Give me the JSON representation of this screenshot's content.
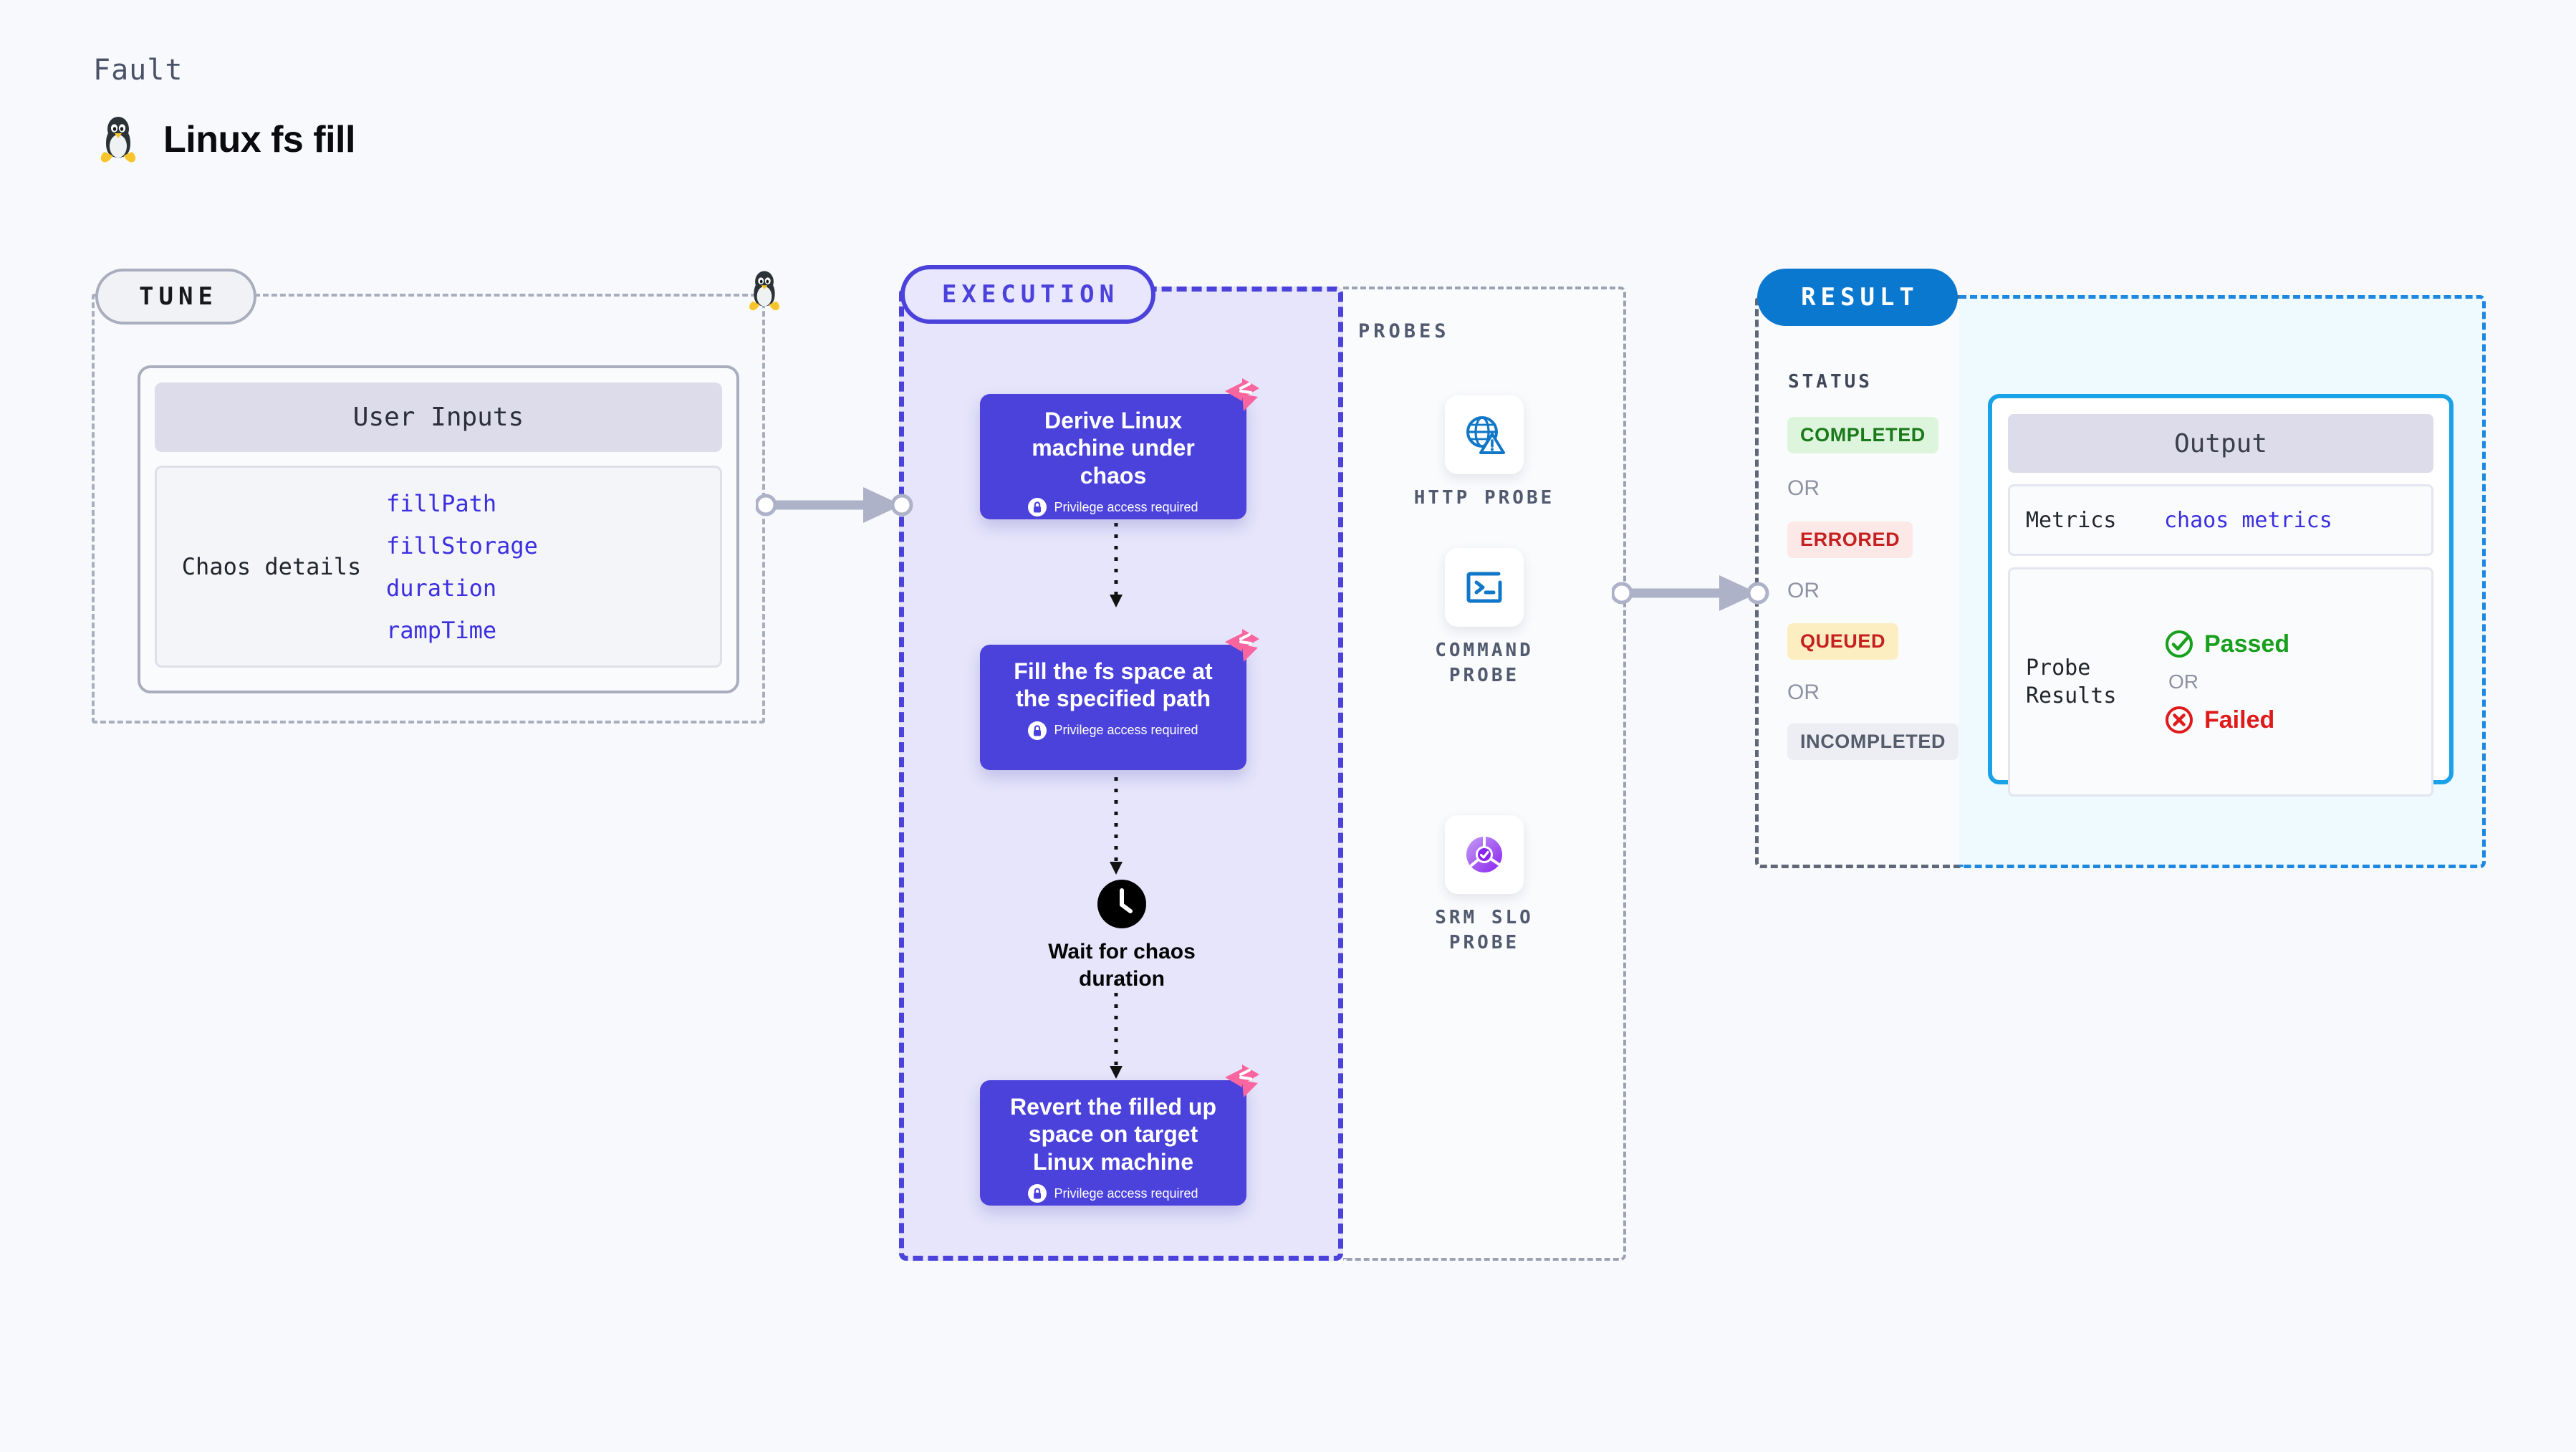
{
  "header": {
    "eyebrow": "Fault",
    "title": "Linux fs fill",
    "icon": "linux-tux-icon"
  },
  "tune": {
    "pill_label": "TUNE",
    "card": {
      "header": "User Inputs",
      "details_label": "Chaos details",
      "params": [
        "fillPath",
        "fillStorage",
        "duration",
        "rampTime"
      ]
    }
  },
  "execution": {
    "pill_label": "EXECUTION",
    "privilege_note": "Privilege access required",
    "nodes": [
      {
        "title": "Derive Linux machine under chaos",
        "type": "task",
        "privileged": true,
        "fault_marker": true
      },
      {
        "title": "Fill the fs space at the specified path",
        "type": "task",
        "privileged": true,
        "fault_marker": true
      },
      {
        "title": "Wait for chaos duration",
        "type": "wait",
        "privileged": false,
        "fault_marker": false
      },
      {
        "title": "Revert the filled up space on target Linux machine",
        "type": "task",
        "privileged": true,
        "fault_marker": true
      }
    ]
  },
  "probes": {
    "title": "PROBES",
    "items": [
      {
        "label": "HTTP PROBE",
        "icon": "globe-warning-icon"
      },
      {
        "label": "COMMAND PROBE",
        "icon": "terminal-icon"
      },
      {
        "label": "SRM SLO PROBE",
        "icon": "slo-donut-check-icon"
      }
    ]
  },
  "result": {
    "pill_label": "RESULT",
    "status_title": "STATUS",
    "or_label": "OR",
    "statuses": [
      {
        "label": "COMPLETED",
        "bg": "#ddf5dd",
        "fg": "#1a7a1a"
      },
      {
        "label": "ERRORED",
        "bg": "#fce8e6",
        "fg": "#c62020"
      },
      {
        "label": "QUEUED",
        "bg": "#fdeec2",
        "fg": "#c62020"
      },
      {
        "label": "INCOMPLETED",
        "bg": "#eceef3",
        "fg": "#545b6b"
      }
    ]
  },
  "output": {
    "header": "Output",
    "metrics_key": "Metrics",
    "metrics_value": "chaos metrics",
    "probe_results_key": "Probe Results",
    "probe_pass_label": "Passed",
    "probe_fail_label": "Failed",
    "or_label": "OR"
  },
  "colors": {
    "accent_indigo": "#4b42db",
    "accent_blue": "#0b78d0",
    "fault_pink": "#f9659e",
    "probe_blue": "#1177c8",
    "slo_purple": "#9a3df0"
  }
}
